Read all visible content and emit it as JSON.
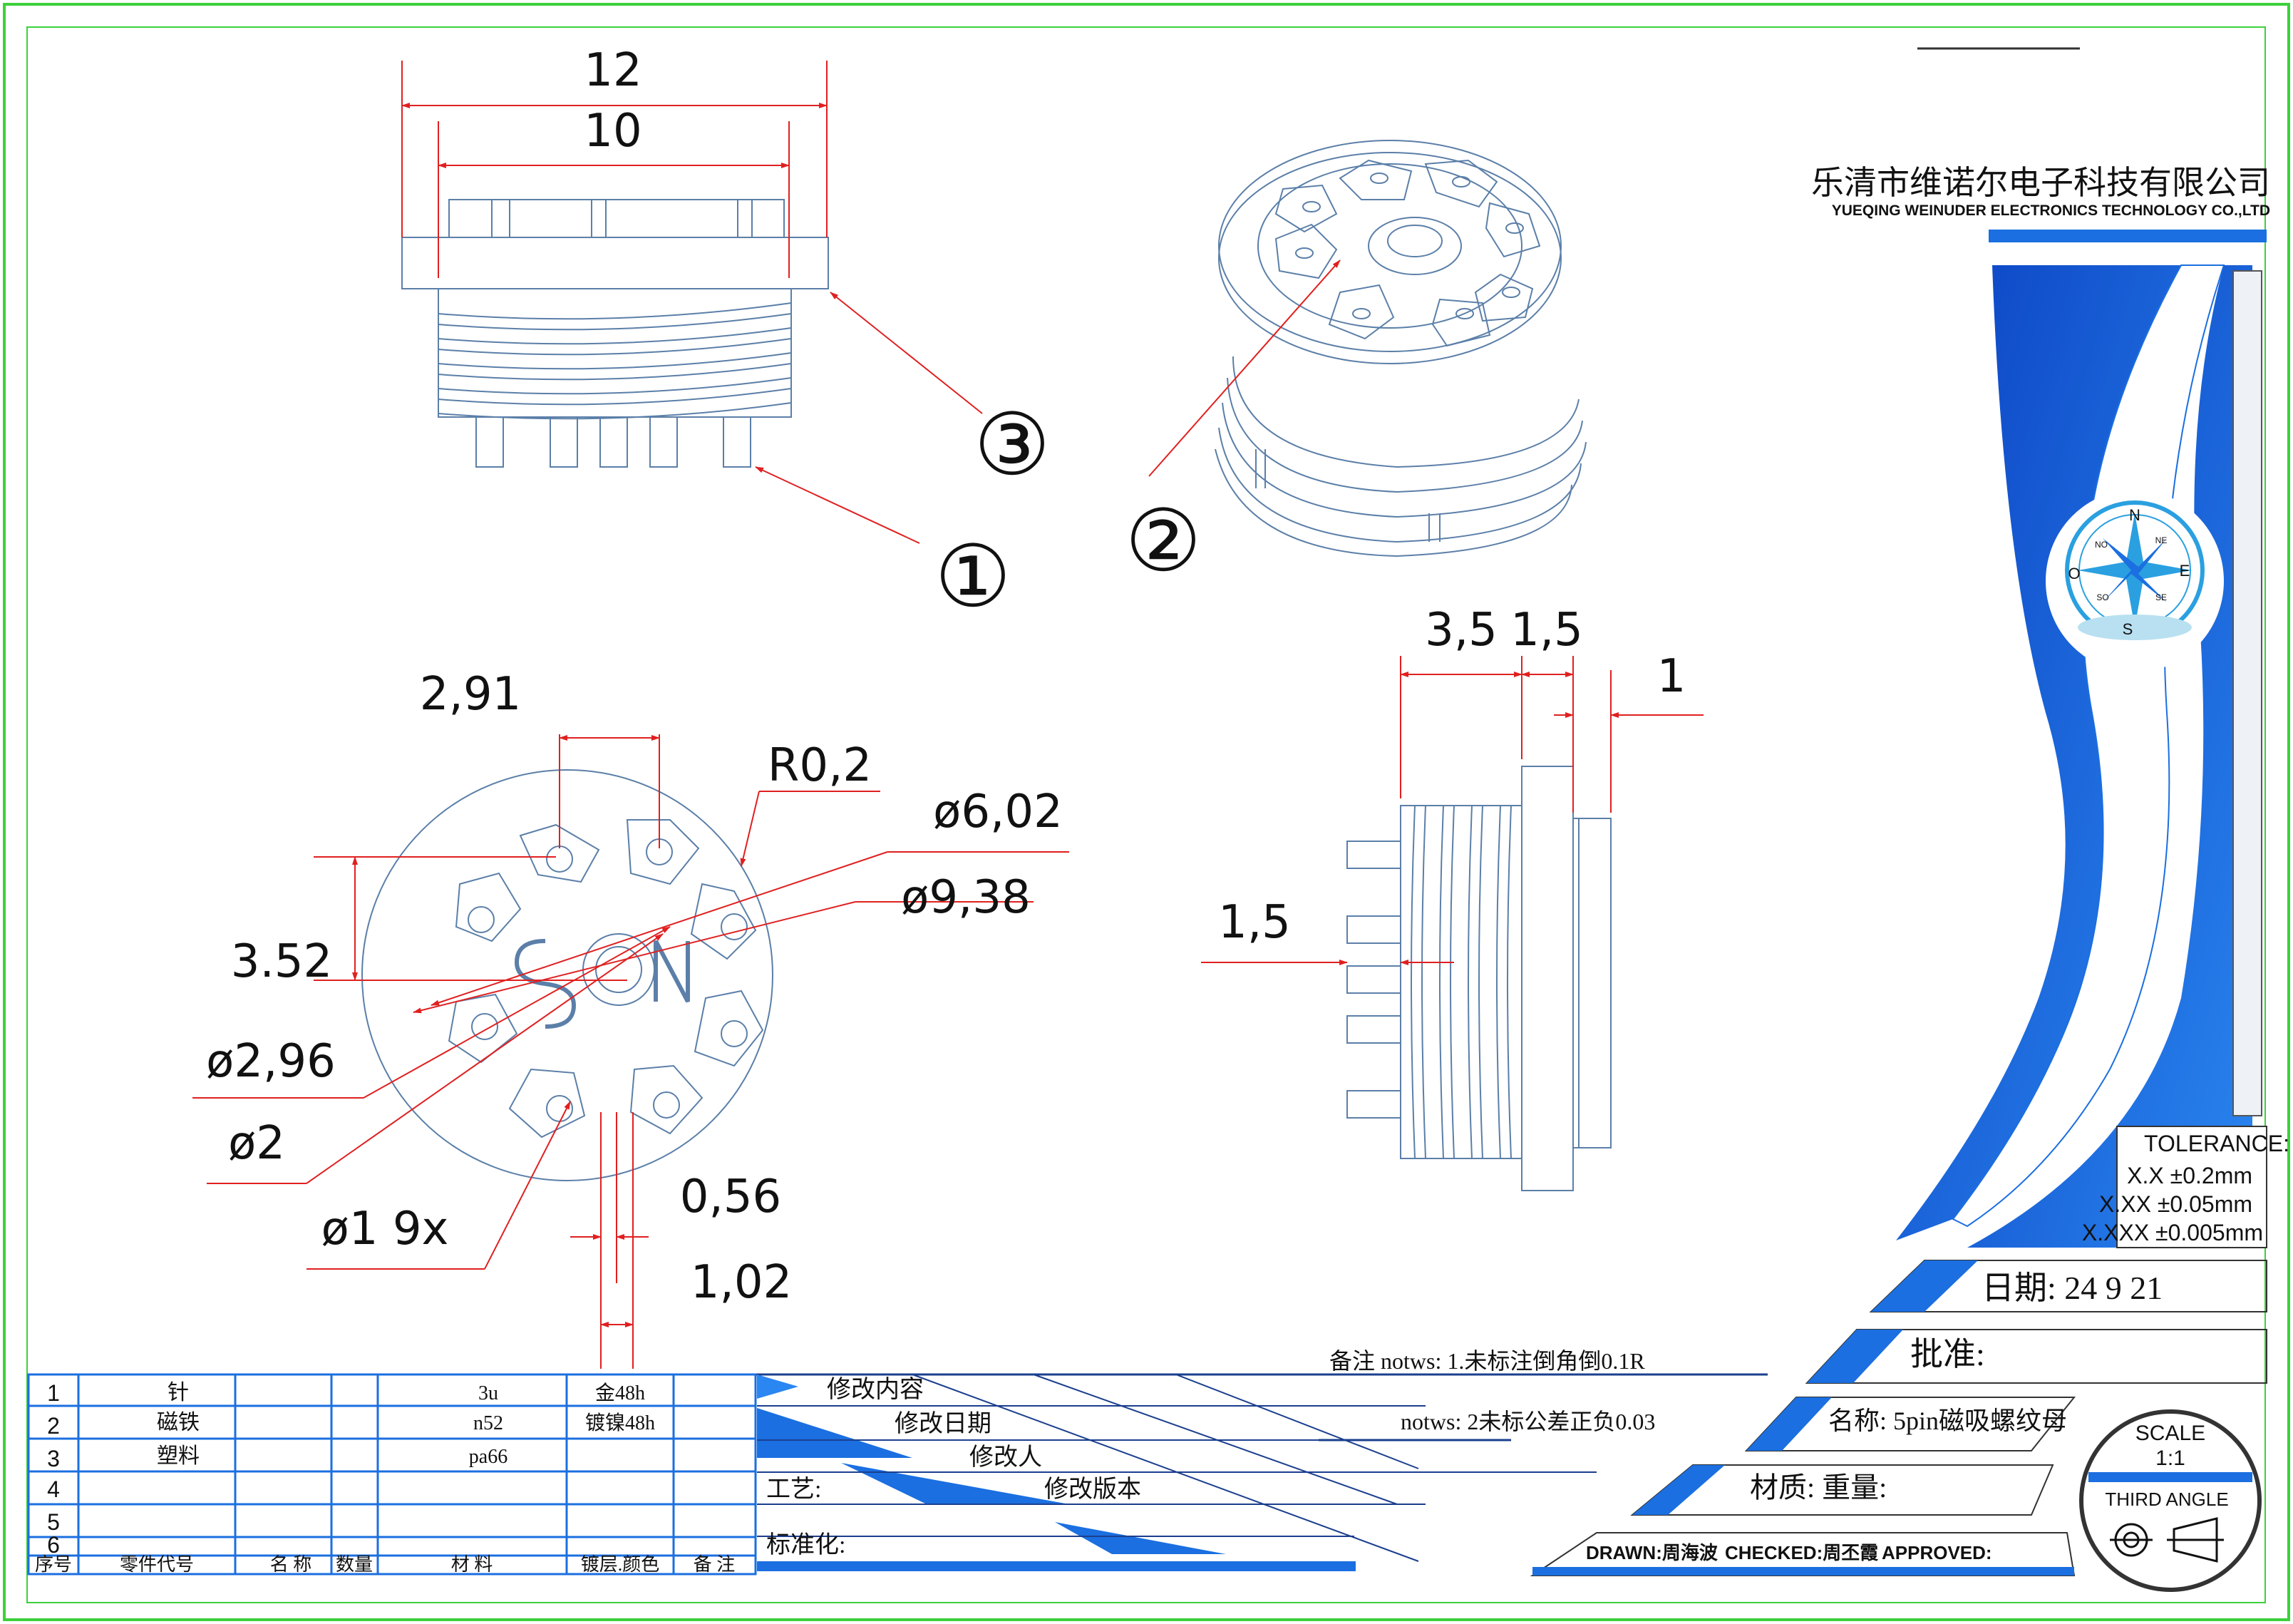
{
  "company": {
    "name_cn": "乐清市维诺尔电子科技有限公司",
    "name_en": "YUEQING WEINUDER ELECTRONICS TECHNOLOGY CO.,LTD"
  },
  "dimensions": {
    "top_w12": "12",
    "top_w10": "10",
    "callout_1": "①",
    "callout_2": "②",
    "callout_3": "③",
    "front_291": "2,91",
    "front_r02": "R0,2",
    "front_d602": "ø6,02",
    "front_d938": "ø9,38",
    "front_352": "3.52",
    "front_d296": "ø2,96",
    "front_d2": "ø2",
    "front_d1": "ø1  9x",
    "front_056": "0,56",
    "front_102": "1,02",
    "side_35": "3,5",
    "side_15a": "1,5",
    "side_1": "1",
    "side_15b": "1,5"
  },
  "compass": {
    "n": "N",
    "s": "S",
    "e": "E",
    "w": "O",
    "ne": "NE",
    "nw": "NO",
    "se": "SE",
    "sw": "SO"
  },
  "tolerance": {
    "title": "TOLERANCE:",
    "l1": "X.X  ±0.2mm",
    "l2": "X.XX  ±0.05mm",
    "l3": "X.XXX  ±0.005mm"
  },
  "title_block": {
    "date": "日期:  24  9  21",
    "approve": "批准:",
    "name": "名称: 5pin磁吸螺纹母",
    "material_weight": "材质:     重量:",
    "drawn": "DRAWN:周海波",
    "checked": "CHECKED:周丕霞",
    "approved": "APPROVED:",
    "scale_label": "SCALE",
    "scale_value": "1:1",
    "projection": "THIRD ANGLE"
  },
  "notes": {
    "n1": "备注   notws: 1.未标注倒角倒0.1R",
    "n2": "notws: 2未标公差正负0.03"
  },
  "revision": {
    "content": "修改内容",
    "date": "修改日期",
    "person": "修改人",
    "version": "修改版本",
    "process": "工艺:",
    "standard": "标准化:"
  },
  "bom": {
    "rows": [
      {
        "no": "1",
        "part": "针",
        "name": "",
        "qty": "",
        "material": "3u",
        "finish": "金48h",
        "note": ""
      },
      {
        "no": "2",
        "part": "磁铁",
        "name": "",
        "qty": "",
        "material": "n52",
        "finish": "镀镍48h",
        "note": ""
      },
      {
        "no": "3",
        "part": "塑料",
        "name": "",
        "qty": "",
        "material": "pa66",
        "finish": "",
        "note": ""
      },
      {
        "no": "4",
        "part": "",
        "name": "",
        "qty": "",
        "material": "",
        "finish": "",
        "note": ""
      },
      {
        "no": "5",
        "part": "",
        "name": "",
        "qty": "",
        "material": "",
        "finish": "",
        "note": ""
      },
      {
        "no": "6",
        "part": "",
        "name": "",
        "qty": "",
        "material": "",
        "finish": "",
        "note": ""
      }
    ],
    "header": {
      "no": "序号",
      "part": "零件代号",
      "name": "名 称",
      "qty": "数量",
      "material": "材   料",
      "finish": "镀层.颜色",
      "note": "备 注"
    }
  },
  "colors": {
    "line": "#5b7fa8",
    "dim": "#e02020",
    "brand": "#1b6fe0",
    "border": "#3bd13b"
  }
}
